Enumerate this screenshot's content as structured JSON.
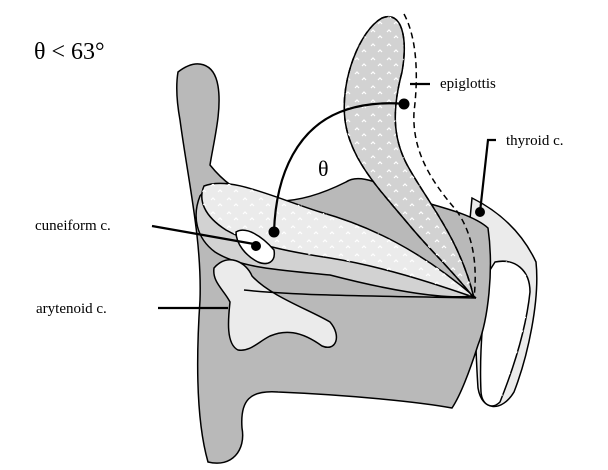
{
  "diagram": {
    "condition": "θ < 63°",
    "angle_symbol": "θ",
    "labels": {
      "epiglottis": "epiglottis",
      "thyroid": "thyroid c.",
      "cuneiform": "cuneiform c.",
      "arytenoid": "arytenoid c."
    }
  }
}
